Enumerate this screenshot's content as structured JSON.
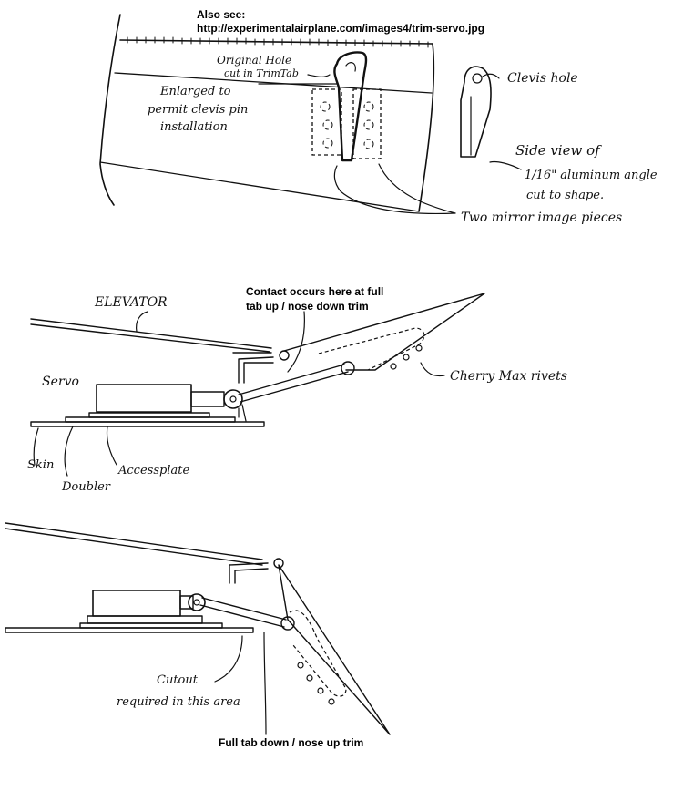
{
  "note": {
    "line1": "Also see:",
    "line2": "http://experimentalairplane.com/images4/trim-servo.jpg"
  },
  "top_view": {
    "original_hole_1": "Original Hole",
    "original_hole_2": "cut in TrimTab",
    "enlarged_1": "Enlarged to",
    "enlarged_2": "permit clevis pin",
    "enlarged_3": "installation",
    "clevis_hole": "Clevis hole",
    "side_view_1": "Side view of",
    "side_view_2": "1/16\" aluminum angle",
    "side_view_3": "cut to shape.",
    "mirror_pieces": "Two mirror image pieces"
  },
  "middle_view": {
    "elevator": "ELEVATOR",
    "contact_1": "Contact occurs here at full",
    "contact_2": "tab up / nose down trim",
    "servo": "Servo",
    "cherry_max": "Cherry Max rivets",
    "skin": "Skin",
    "doubler": "Doubler",
    "access_plate": "Accessplate"
  },
  "bottom_view": {
    "cutout_1": "Cutout",
    "cutout_2": "required in this area",
    "full_tab_down": "Full tab down / nose up trim"
  }
}
